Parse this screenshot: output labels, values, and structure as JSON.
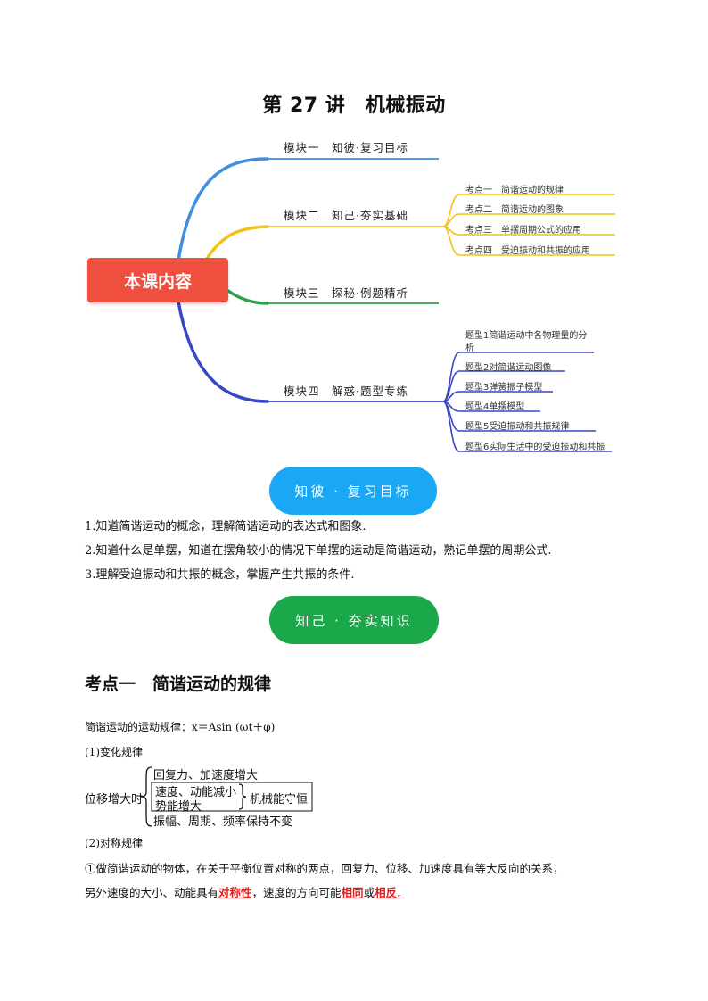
{
  "title": "第 27 讲　机械振动",
  "mindmap": {
    "center": "本课内容",
    "branches": [
      {
        "label": "模块一　知彼·复习目标",
        "color": "#3f8ee6",
        "leaves": []
      },
      {
        "label": "模块二　知己·夯实基础",
        "color": "#f2c21a",
        "leaves": [
          "考点一　简谐运动的规律",
          "考点二　简谐运动的图象",
          "考点三　单摆周期公式的应用",
          "考点四　受迫振动和共振的应用"
        ]
      },
      {
        "label": "模块三　探秘·例题精析",
        "color": "#2ea04a",
        "leaves": []
      },
      {
        "label": "模块四　解惑·题型专练",
        "color": "#3a46c8",
        "leaves": [
          "题型1简谐运动中各物理量的分",
          "析",
          "题型2对简谐运动图像",
          "题型3弹簧振子模型",
          "题型4单摆模型",
          "题型5受迫振动和共振规律",
          "题型6实际生活中的受迫振动和共振"
        ]
      }
    ]
  },
  "banner1": "知彼 · 复习目标",
  "goals": [
    "1.知道简谐运动的概念，理解简谐运动的表达式和图象.",
    "2.知道什么是单摆，知道在摆角较小的情况下单摆的运动是简谐运动，熟记单摆的周期公式.",
    "3.理解受迫振动和共振的概念，掌握产生共振的条件."
  ],
  "banner2": "知己 · 夯实知识",
  "section": {
    "heading": "考点一　简谐运动的规律",
    "law": "简谐运动的运动规律：x＝Asin (ωt＋φ)",
    "sub1": "(1)变化规律",
    "brace": {
      "lead": "位移增大时",
      "line1": "回复力、加速度增大",
      "line2": "速度、动能减小",
      "line3": "势能增大",
      "side": "机械能守恒",
      "line4": "振幅、周期、频率保持不变"
    },
    "sub2": "(2)对称规律",
    "para_a": "①做简谐运动的物体，在关于平衡位置对称的两点，回复力、位移、加速度具有等大反向的关系，",
    "para_b1": "另外速度的大小、动能具有",
    "para_b_red1": "对称性",
    "para_b2": "，速度的方向可能",
    "para_b_red2": "相同",
    "para_b3": "或",
    "para_b_red3": "相反."
  }
}
